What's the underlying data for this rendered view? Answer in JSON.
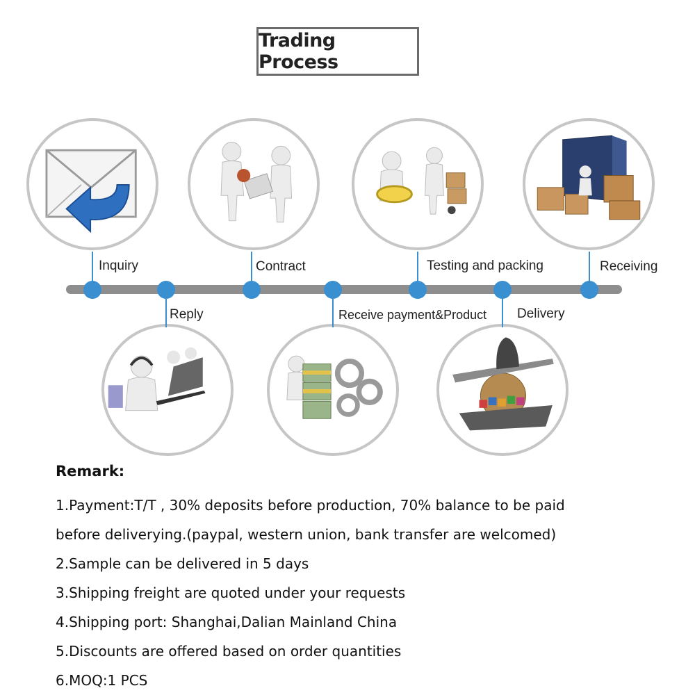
{
  "title": "Trading Process",
  "steps": {
    "inquiry": "Inquiry",
    "reply": "Reply",
    "contract": "Contract",
    "receive_payment": "Receive payment&Product",
    "testing_packing": "Testing and packing",
    "delivery": "Delivery",
    "receiving": "Receiving"
  },
  "remark": {
    "heading": "Remark:",
    "lines": [
      "1.Payment:T/T , 30% deposits before production, 70% balance to be paid",
      "before deliverying.(paypal, western union, bank transfer are welcomed)",
      "2.Sample can be delivered in 5 days",
      "3.Shipping freight are quoted under your requests",
      "4.Shipping port: Shanghai,Dalian Mainland China",
      "5.Discounts are offered based on order quantities",
      "6.MOQ:1 PCS"
    ]
  },
  "colors": {
    "node": "#3a8fd0",
    "timeline": "#8e8e8e",
    "circle_border": "#c6c6c6"
  }
}
